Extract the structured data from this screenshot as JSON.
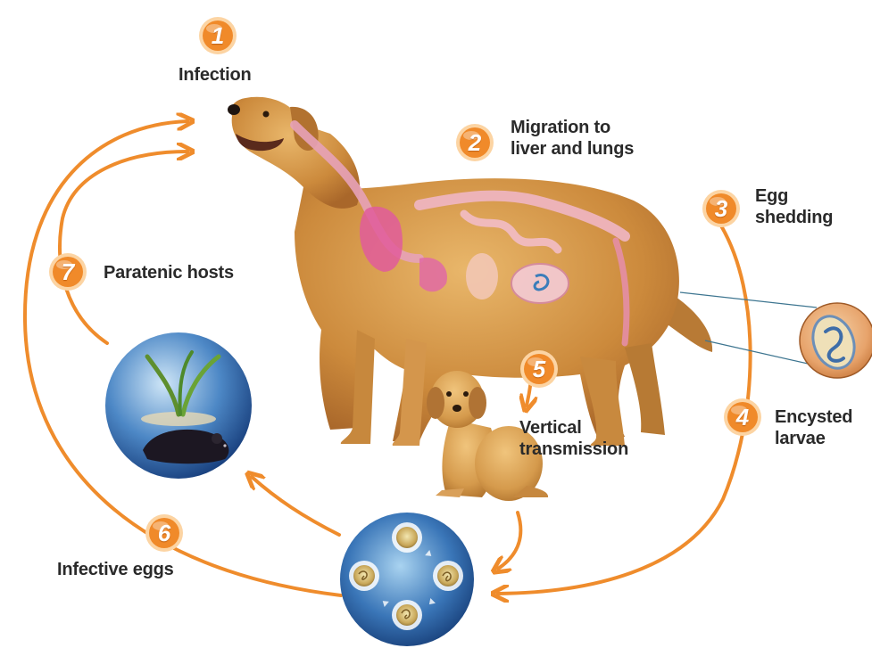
{
  "colors": {
    "arrow": "#ef8c2c",
    "badge_fill": "#f08a2a",
    "badge_light": "#fcd4a3",
    "label_text": "#2a2a2a",
    "leader_line": "#3d7590"
  },
  "steps": [
    {
      "number": "1",
      "label_lines": [
        "Infection"
      ]
    },
    {
      "number": "2",
      "label_lines": [
        "Migration to",
        "liver and lungs"
      ]
    },
    {
      "number": "3",
      "label_lines": [
        "Egg",
        "shedding"
      ]
    },
    {
      "number": "4",
      "label_lines": [
        "Encysted",
        "larvae"
      ]
    },
    {
      "number": "5",
      "label_lines": [
        "Vertical",
        "transmission"
      ]
    },
    {
      "number": "6",
      "label_lines": [
        "Infective eggs"
      ]
    },
    {
      "number": "7",
      "label_lines": [
        "Paratenic hosts"
      ]
    }
  ],
  "illustrations": {
    "host": "adult-dog-with-organs",
    "puppy": "puppy",
    "paratenic_host": "mouse-with-plant",
    "eggs": "infective-eggs-circle",
    "cyst": "encysted-larva-inset"
  }
}
